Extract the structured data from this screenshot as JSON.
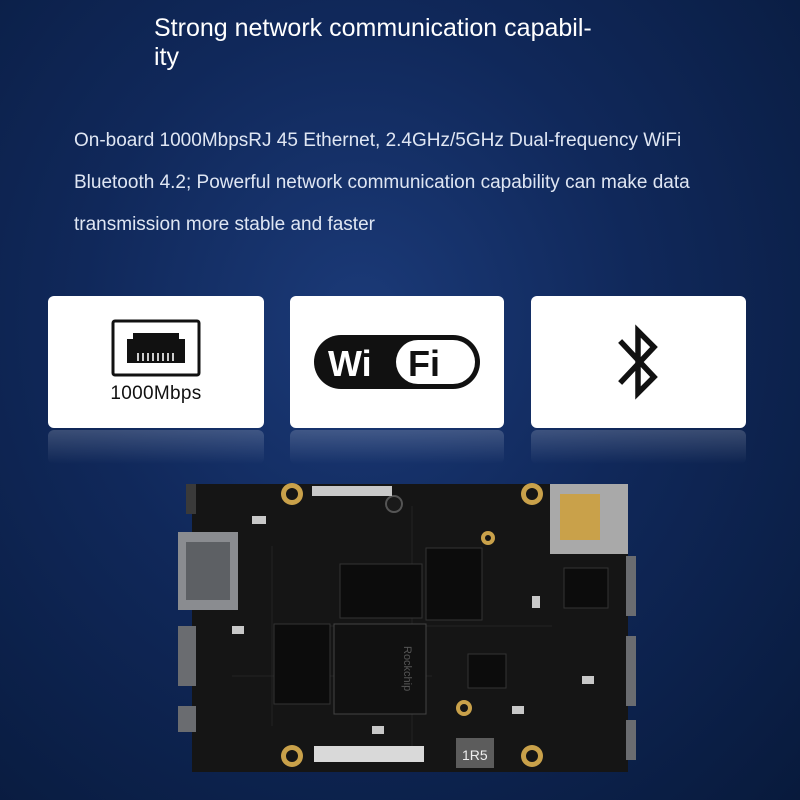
{
  "header": {
    "title": "Strong network communication capabil-\nity"
  },
  "description": {
    "text": "On-board 1000MbpsRJ 45 Ethernet, 2.4GHz/5GHz Dual-frequency WiFi Bluetooth 4.2; Powerful network communication capability can make data transmission more stable and faster"
  },
  "features": {
    "ethernet": {
      "label": "1000Mbps",
      "icon": "ethernet-port-icon"
    },
    "wifi": {
      "wi": "Wi",
      "fi": "Fi",
      "icon": "wifi-logo-icon"
    },
    "bluetooth": {
      "icon": "bluetooth-icon"
    }
  },
  "board": {
    "chip_main": "Rockchip",
    "inductor_label": "1R5"
  },
  "colors": {
    "background": "#10285a",
    "card": "#ffffff",
    "pcb": "#151515",
    "gold": "#c9a14a"
  }
}
